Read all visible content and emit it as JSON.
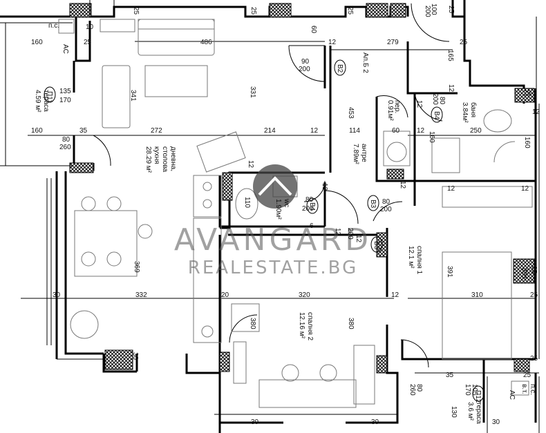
{
  "apartment_label": "Ап.Б 2",
  "watermark": {
    "line1": "AVANGARD",
    "line2": "REALESTATE.BG"
  },
  "rooms": {
    "living": {
      "name1": "дневна,",
      "name2": "столова",
      "name3": "кухня",
      "area": "28.29 м²"
    },
    "terrace1": {
      "name": "тераса",
      "area": "4.59 м²"
    },
    "bath": {
      "name": "баня",
      "area": "3.84м²"
    },
    "laundry": {
      "name": "пер.",
      "area": "0.91м²"
    },
    "hall": {
      "name": "антре",
      "area": "7.89м²"
    },
    "wc": {
      "name": "wc",
      "area": "1.90м²"
    },
    "bed1": {
      "name": "спалня 1",
      "area": "12.1 м²"
    },
    "bed2": {
      "name": "спалня 2",
      "area": "12.16 м²"
    },
    "terrace2": {
      "name": "тераса",
      "area": "3.6 м²"
    }
  },
  "tags": {
    "p11": "П11",
    "p12": "П12",
    "b2": "В2",
    "b3a": "В3",
    "b3b": "В3",
    "b4a": "В4",
    "b4b": "В4",
    "ps1": "п.с.",
    "ac1": "AC",
    "ps2": "п.с.",
    "ac2": "AC",
    "bt": "в.т."
  },
  "dims": {
    "d25a": "25",
    "d25b": "25",
    "d25c": "25",
    "d25d": "25",
    "d25e": "25",
    "d25f": "25",
    "d25g": "25",
    "d25h": "25",
    "d25i": "25",
    "d25j": "25",
    "d25k": "25",
    "d100": "100",
    "d200a": "200",
    "d10": "10",
    "d160a": "160",
    "d486": "486",
    "d60a": "60",
    "d12a": "12",
    "d279": "279",
    "d165": "165",
    "d90": "90",
    "d200b": "200",
    "d135": "135",
    "d170a": "170",
    "d341": "341",
    "d331": "331",
    "d453": "453",
    "d12b": "12",
    "d80a": "80",
    "d200c": "200",
    "d60b": "60",
    "d12c": "12",
    "d12d": "12",
    "d160b": "160",
    "d35a": "35",
    "d272": "272",
    "d214": "214",
    "d12e": "12",
    "d114": "114",
    "d12f": "12",
    "d250": "250",
    "d80b": "80",
    "d260a": "260",
    "d160c": "160",
    "d160d": "160",
    "d12g": "12",
    "d12h": "12",
    "d12i": "12",
    "d12j": "12",
    "d12k": "12",
    "d110": "110",
    "d80c": "80",
    "d200d": "200",
    "d80d": "80",
    "d200e": "200",
    "d6": "6",
    "d12l": "12",
    "d200f": "200",
    "d12m": "12",
    "d369": "369",
    "d391a": "391",
    "d391b": "391",
    "d30a": "30",
    "d332": "332",
    "d20": "20",
    "d320": "320",
    "d12n": "12",
    "d310": "310",
    "d380a": "380",
    "d380b": "380",
    "d30b": "30",
    "d35b": "35",
    "d80e": "80",
    "d260b": "260",
    "d105": "105",
    "d170b": "170",
    "d130": "130",
    "d30c": "30",
    "d30d": "30",
    "d30e": "30"
  }
}
